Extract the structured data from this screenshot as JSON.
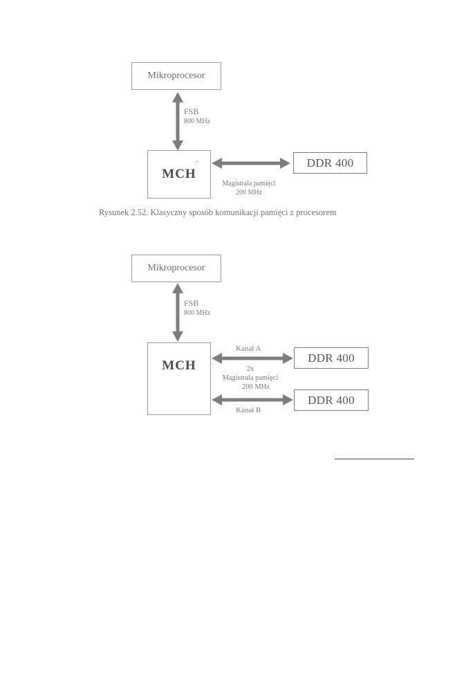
{
  "figure1": {
    "mikroprocesor": "Mikroprocesor",
    "fsb": "FSB",
    "fsb_freq": "800 MHz",
    "mch": "MCH",
    "mch_tick": "´",
    "ddr": "DDR 400",
    "bus_line1": "Magistrala pamięci",
    "bus_line2": "200 MHz",
    "caption": "Rysunek 2.52. Klasyczny sposób komunikacji pamięci z procesorem"
  },
  "figure2": {
    "mikroprocesor": "Mikroprocesor",
    "fsb": "FSB",
    "fsb_freq": "800 MHz",
    "mch": "MCH",
    "kanal_a": "Kanał A",
    "multiplier": "2x",
    "bus_line1": "Magistrala pamięci",
    "bus_line2": "200 MHz",
    "kanal_b": "Kanał B",
    "ddr_a": "DDR 400",
    "ddr_b": "DDR 400"
  },
  "colors": {
    "arrow": "#7d7d7d",
    "border": "#9a9a9a",
    "text": "#6a6a6a"
  }
}
